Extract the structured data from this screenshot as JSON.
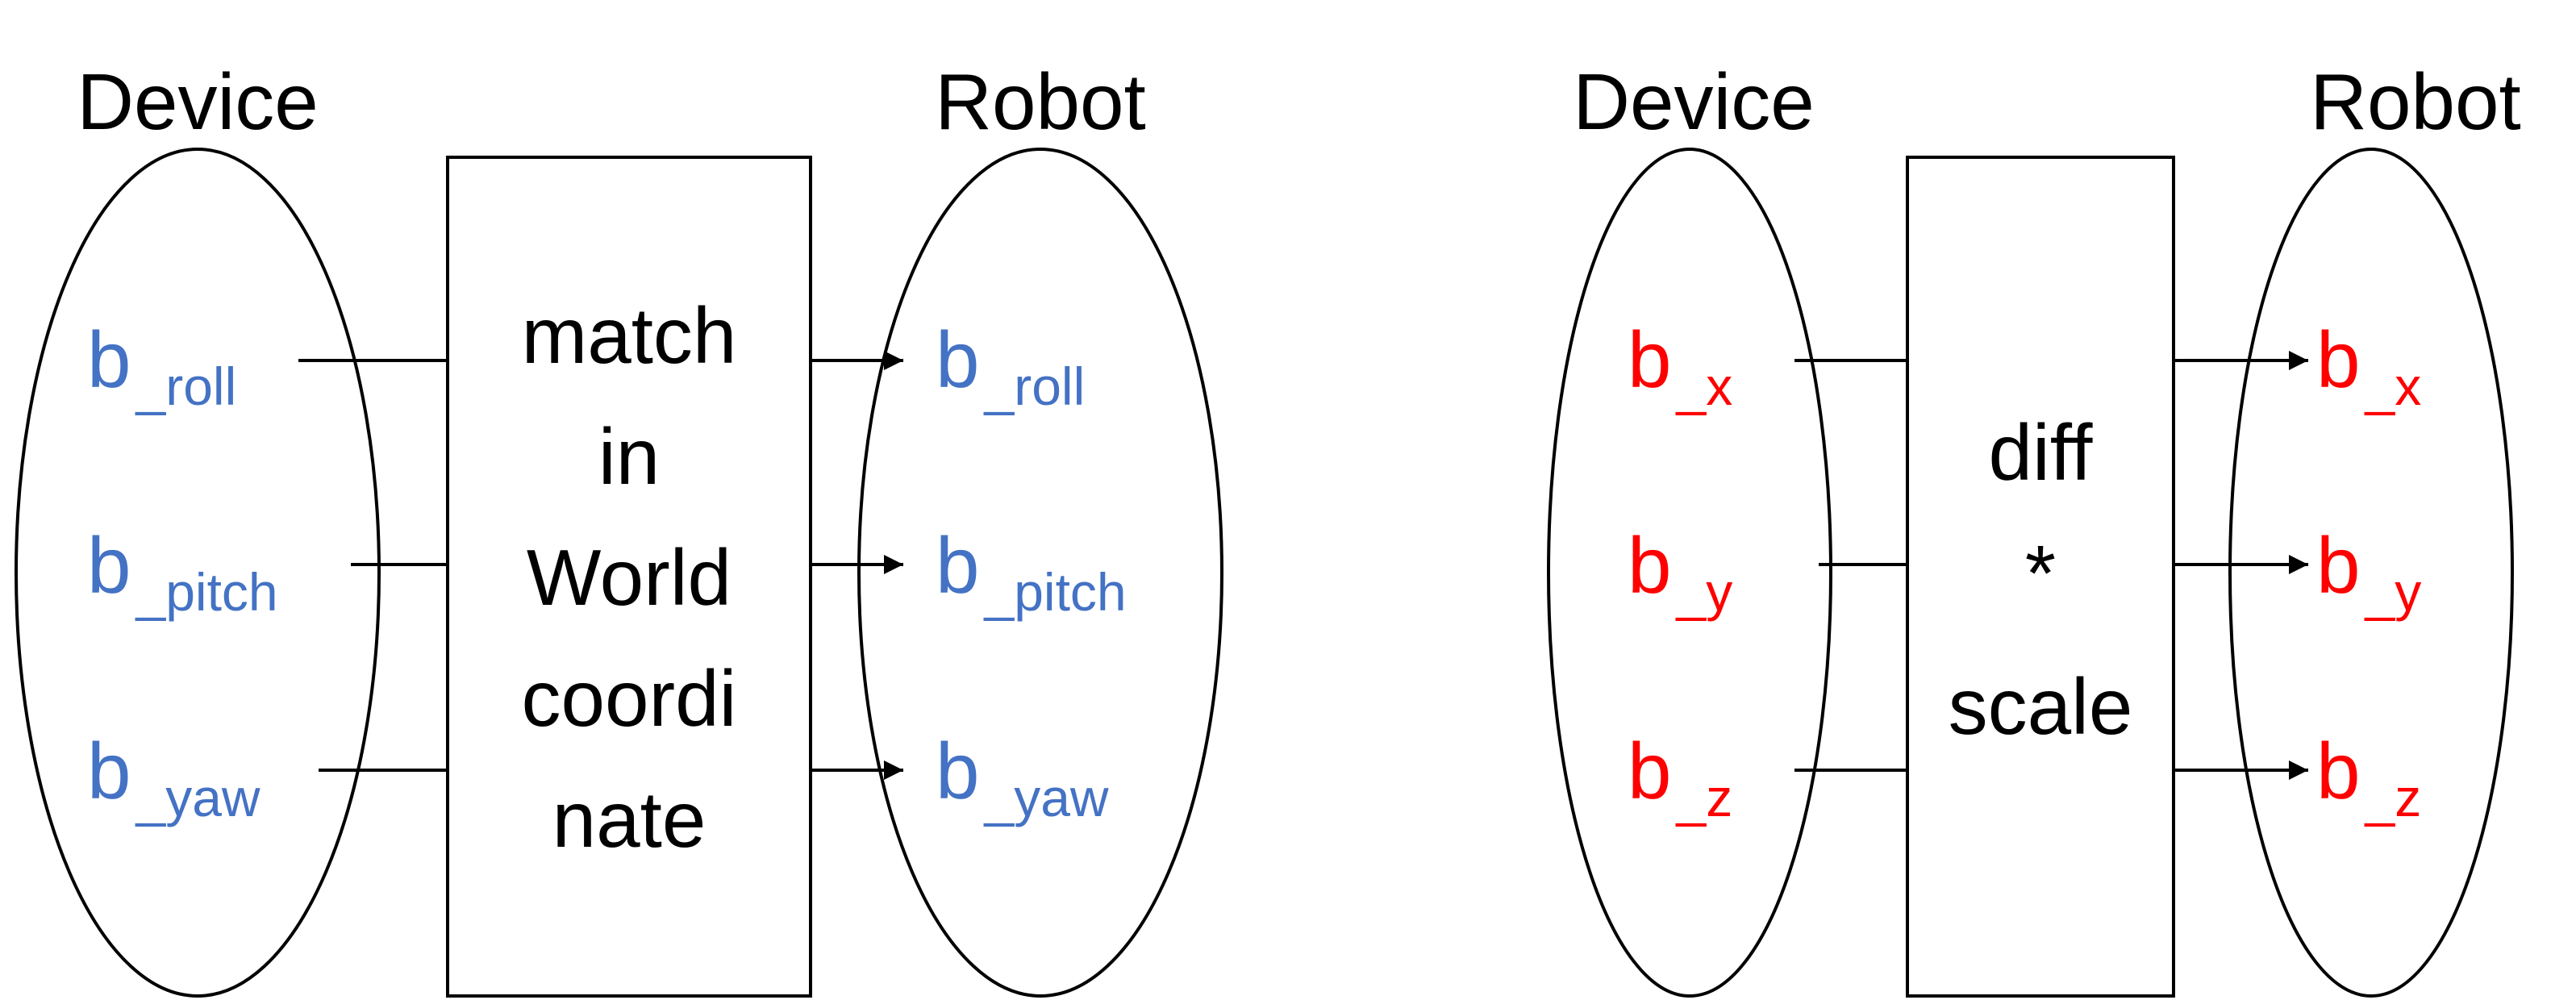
{
  "colors": {
    "rotation_vars": "#4472C4",
    "translation_vars": "#FF0000",
    "lines": "#000000"
  },
  "left_panel": {
    "device_label": "Device",
    "robot_label": "Robot",
    "box_lines": [
      "match",
      "in",
      "World",
      "coordi",
      "nate"
    ],
    "color_key": "rotation_vars",
    "device_vars": [
      {
        "base": "b",
        "sub": "_roll"
      },
      {
        "base": "b",
        "sub": "_pitch"
      },
      {
        "base": "b",
        "sub": "_yaw"
      }
    ],
    "robot_vars": [
      {
        "base": "b",
        "sub": "_roll"
      },
      {
        "base": "b",
        "sub": "_pitch"
      },
      {
        "base": "b",
        "sub": "_yaw"
      }
    ]
  },
  "right_panel": {
    "device_label": "Device",
    "robot_label": "Robot",
    "box_lines": [
      "diff",
      "*",
      "scale"
    ],
    "color_key": "translation_vars",
    "device_vars": [
      {
        "base": "b",
        "sub": "_x"
      },
      {
        "base": "b",
        "sub": "_y"
      },
      {
        "base": "b",
        "sub": "_z"
      }
    ],
    "robot_vars": [
      {
        "base": "b",
        "sub": "_x"
      },
      {
        "base": "b",
        "sub": "_y"
      },
      {
        "base": "b",
        "sub": "_z"
      }
    ]
  }
}
